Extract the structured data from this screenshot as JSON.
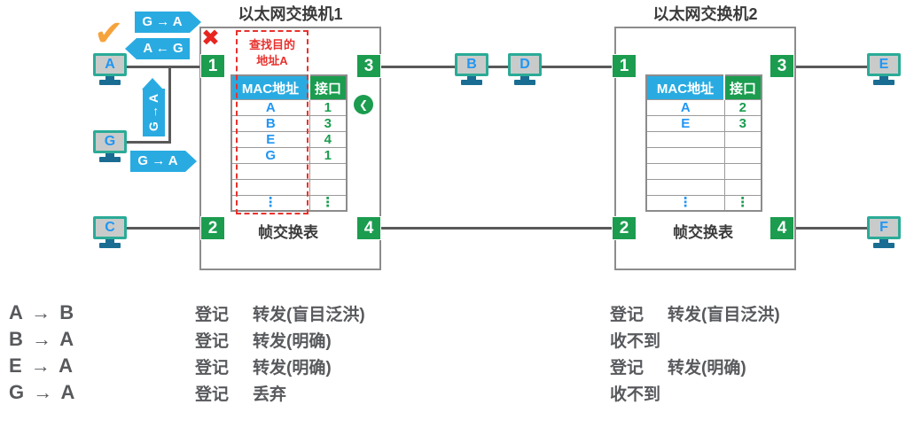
{
  "colors": {
    "accent_blue": "#29abe2",
    "accent_green": "#1b9c4f",
    "alert_red": "#e8251f",
    "check_orange": "#f6a33c",
    "mac_blue": "#2196f3"
  },
  "hosts": {
    "a": "A",
    "b": "B",
    "c": "C",
    "d": "D",
    "e": "E",
    "f": "F",
    "g": "G"
  },
  "switch1": {
    "title": "以太网交换机1",
    "ports": {
      "p1": "1",
      "p2": "2",
      "p3": "3",
      "p4": "4"
    },
    "table": {
      "col_mac": "MAC地址",
      "col_port": "接口",
      "rows": [
        [
          "A",
          "1"
        ],
        [
          "B",
          "3"
        ],
        [
          "E",
          "4"
        ],
        [
          "G",
          "1"
        ],
        [
          "",
          ""
        ],
        [
          "",
          ""
        ],
        [
          "⋮",
          "⋮"
        ]
      ]
    },
    "table_label": "帧交换表",
    "lookup_note": {
      "line1": "查找目的",
      "line2": "地址A"
    }
  },
  "switch2": {
    "title": "以太网交换机2",
    "ports": {
      "p1": "1",
      "p2": "2",
      "p3": "3",
      "p4": "4"
    },
    "table": {
      "col_mac": "MAC地址",
      "col_port": "接口",
      "rows": [
        [
          "A",
          "2"
        ],
        [
          "E",
          "3"
        ],
        [
          "",
          ""
        ],
        [
          "",
          ""
        ],
        [
          "",
          ""
        ],
        [
          "",
          ""
        ],
        [
          "⋮",
          "⋮"
        ]
      ]
    },
    "table_label": "帧交换表"
  },
  "frame_arrows": {
    "top": "G → A",
    "reply": "A ← G",
    "vertical": "G → A",
    "from_g": "G → A"
  },
  "icons": {
    "check": "✔",
    "cross": "✖",
    "lookup_pointer": "❮"
  },
  "results": {
    "rows": [
      {
        "flow": "A → B",
        "sw1": [
          "登记",
          "转发(盲目泛洪)"
        ],
        "sw2": [
          "登记",
          "转发(盲目泛洪)"
        ]
      },
      {
        "flow": "B → A",
        "sw1": [
          "登记",
          "转发(明确)"
        ],
        "sw2": [
          "收不到",
          ""
        ]
      },
      {
        "flow": "E → A",
        "sw1": [
          "登记",
          "转发(明确)"
        ],
        "sw2": [
          "登记",
          "转发(明确)"
        ]
      },
      {
        "flow": "G → A",
        "sw1": [
          "登记",
          "丢弃"
        ],
        "sw2": [
          "收不到",
          ""
        ]
      }
    ]
  }
}
